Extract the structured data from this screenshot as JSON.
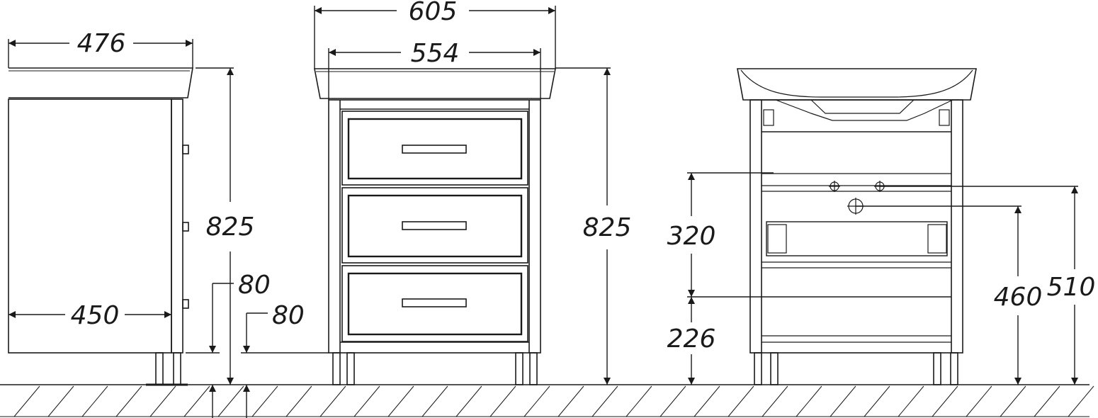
{
  "dimensions": {
    "side_depth_top": "476",
    "side_height": "825",
    "side_leg_a": "80",
    "side_leg_b": "80",
    "side_depth_bottom": "450",
    "front_width_outer": "605",
    "front_width_inner": "554",
    "front_height": "825",
    "back_drain_span": "320",
    "back_floor_to_drain": "226",
    "back_pipe_a": "460",
    "back_pipe_b": "510"
  },
  "colors": {
    "line": "#1a1a1a",
    "background": "#ffffff"
  }
}
